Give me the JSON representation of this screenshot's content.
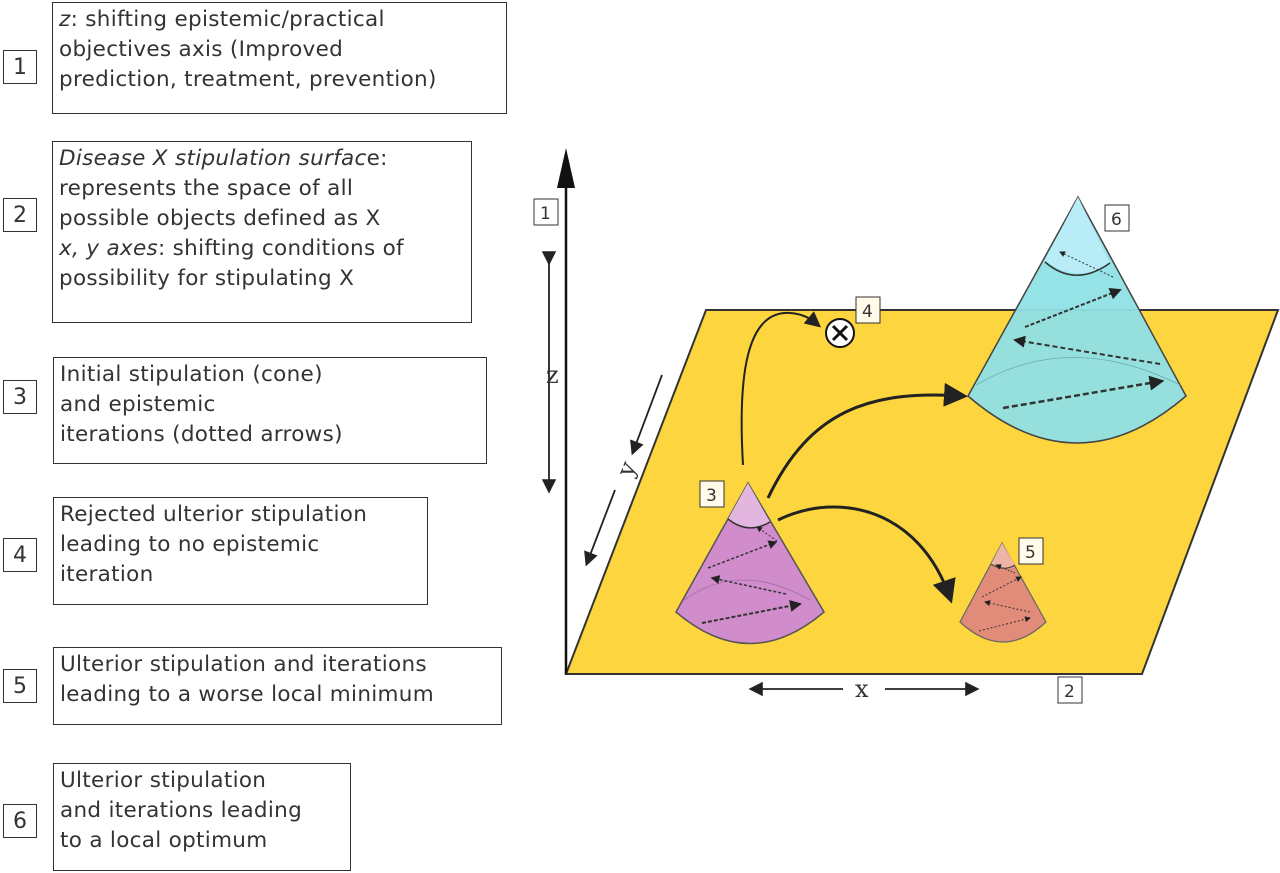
{
  "legend": [
    {
      "number": "1",
      "lines": [
        {
          "em": "z",
          "text": ": shifting epistemic/practical"
        },
        {
          "text": "objectives axis (Improved"
        },
        {
          "text": "prediction, treatment, prevention)"
        }
      ]
    },
    {
      "number": "2",
      "lines": [
        {
          "em": "Disease X stipulation surfac",
          "text": "e:"
        },
        {
          "text": "represents the space of all"
        },
        {
          "text": "possible objects defined as X"
        },
        {
          "text": " "
        },
        {
          "em": "x, y axes",
          "text": ": shifting conditions of"
        },
        {
          "text": "possibility for stipulating X"
        }
      ]
    },
    {
      "number": "3",
      "lines": [
        {
          "text": "Initial stipulation (cone)"
        },
        {
          "text": "and epistemic"
        },
        {
          "text": "iterations (dotted arrows)"
        }
      ]
    },
    {
      "number": "4",
      "lines": [
        {
          "text": "Rejected ulterior stipulation"
        },
        {
          "text": "leading to no epistemic"
        },
        {
          "text": "iteration"
        }
      ]
    },
    {
      "number": "5",
      "lines": [
        {
          "text": "Ulterior stipulation and iterations"
        },
        {
          "text": "leading to a worse local minimum"
        }
      ]
    },
    {
      "number": "6",
      "lines": [
        {
          "text": "Ulterior stipulation"
        },
        {
          "text": "and iterations leading"
        },
        {
          "text": "to a local optimum"
        }
      ]
    }
  ],
  "diagram": {
    "axis_z": "z",
    "axis_y": "y",
    "axis_x": "x",
    "tags": {
      "t1": "1",
      "t2": "2",
      "t3": "3",
      "t4": "4",
      "t5": "5",
      "t6": "6"
    },
    "colors": {
      "surface": "#fdd63f",
      "cone3": "#d08ccb",
      "cone5": "#e08c78",
      "cone6": "#8fe0e6"
    }
  }
}
